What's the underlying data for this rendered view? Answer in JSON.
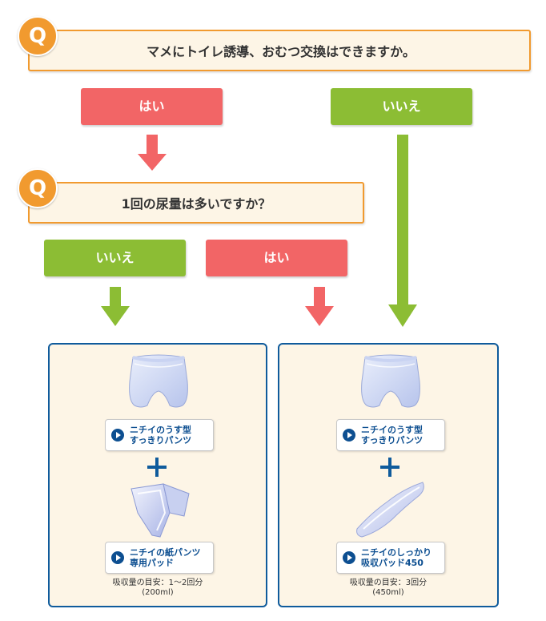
{
  "question1": {
    "badge": "Q",
    "text": "マメにトイレ誘導、おむつ交換はできますか。"
  },
  "q1_answers": {
    "yes": "はい",
    "no": "いいえ"
  },
  "question2": {
    "badge": "Q",
    "text": "1回の尿量は多いですか？"
  },
  "q2_answers": {
    "no": "いいえ",
    "yes": "はい"
  },
  "left_panel": {
    "product1": {
      "line1": "ニチイのうす型",
      "line2": "すっきりパンツ"
    },
    "product2": {
      "line1": "ニチイの紙パンツ",
      "line2": "専用パッド"
    },
    "note_line1": "吸収量の目安：1～2回分",
    "note_line2": "(200ml)"
  },
  "right_panel": {
    "product1": {
      "line1": "ニチイのうす型",
      "line2": "すっきりパンツ"
    },
    "product2": {
      "line1": "ニチイのしっかり",
      "line2": "吸収パッド450"
    },
    "note_line1": "吸収量の目安：3回分",
    "note_line2": "(450ml)"
  },
  "colors": {
    "orange": "#f19a2f",
    "yes_red": "#f26566",
    "no_green": "#8cbd34",
    "navy": "#0f5b9c",
    "cream": "#fdf5e6"
  },
  "icons": [
    "q-badge",
    "down-arrow",
    "play-icon",
    "plus-icon",
    "pants-image",
    "pad-image"
  ]
}
